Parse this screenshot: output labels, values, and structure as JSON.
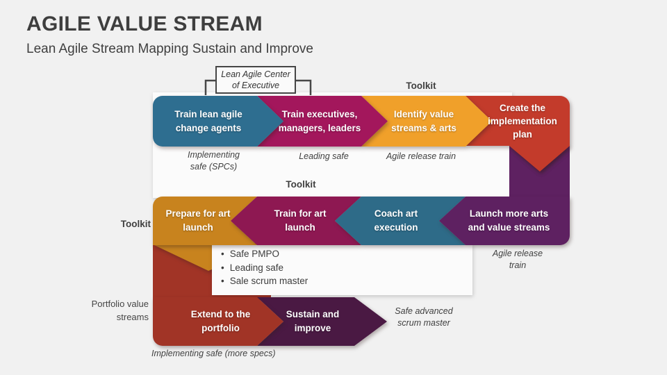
{
  "slide": {
    "title": "AGILE VALUE STREAM",
    "subtitle": "Lean Agile Stream Mapping Sustain and Improve"
  },
  "callout": {
    "label": "Lean Agile Center of Executive"
  },
  "toolkit": {
    "top": "Toolkit",
    "middle": "Toolkit",
    "left": "Toolkit"
  },
  "row1": {
    "steps": [
      {
        "label": "Train lean agile change agents",
        "color": "#2E6E90"
      },
      {
        "label": "Train executives, managers, leaders",
        "color": "#A3175C"
      },
      {
        "label": "Identify value streams & arts",
        "color": "#F0A02A"
      },
      {
        "label": "Create the implementation plan",
        "color": "#C33B2B"
      }
    ],
    "captions": [
      "Implementing safe (SPCs)",
      "Leading safe",
      "Agile release train"
    ]
  },
  "row2": {
    "steps": [
      {
        "label": "Prepare for art launch",
        "color": "#C8831E"
      },
      {
        "label": "Train for art launch",
        "color": "#8E1852"
      },
      {
        "label": "Coach art execution",
        "color": "#2E6B88"
      },
      {
        "label": "Launch more arts and value streams",
        "color": "#5E2161"
      }
    ],
    "caption_right": "Agile release train",
    "bullets": [
      "Safe PMPO",
      "Leading safe",
      "Sale scrum master"
    ]
  },
  "row3": {
    "steps": [
      {
        "label": "Extend to the portfolio",
        "color": "#A13426"
      },
      {
        "label": "Sustain and improve",
        "color": "#4A1943"
      }
    ],
    "left_label": "Portfolio value streams",
    "caption_right": "Safe advanced scrum master",
    "caption_bottom": "Implementing safe (more specs)"
  },
  "colors": {
    "background": "#F1F1F1",
    "panel": "#FBFBFB",
    "text": "#3F3F3F",
    "chevron_text": "#FFFFFF"
  }
}
